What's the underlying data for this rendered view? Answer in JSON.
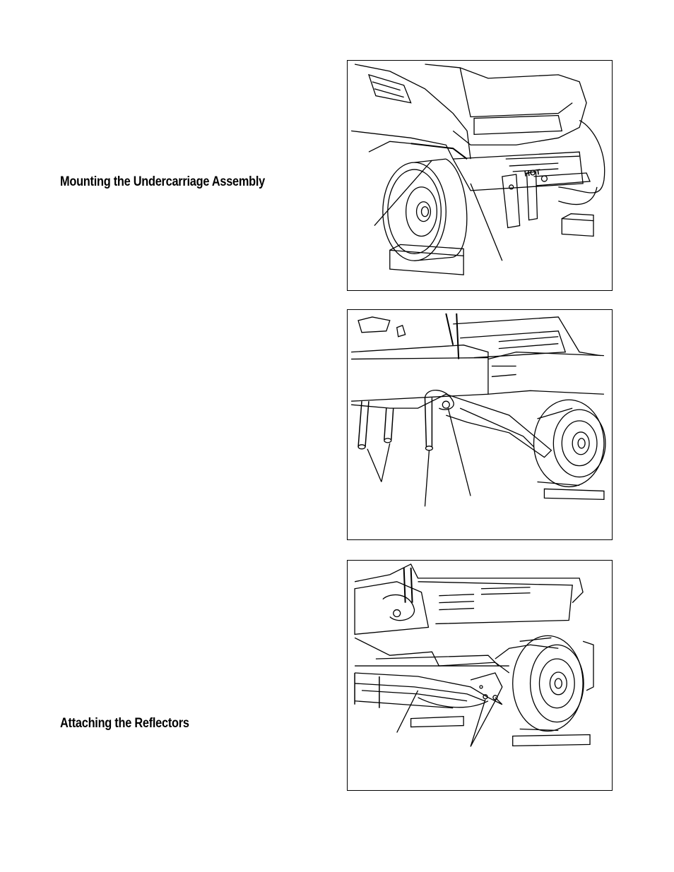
{
  "sections": {
    "mounting_heading": "Mounting the Undercarriage Assembly",
    "reflectors_heading": "Attaching the Reflectors"
  },
  "figures": [
    {
      "hot_label": "HOT"
    },
    {},
    {}
  ]
}
